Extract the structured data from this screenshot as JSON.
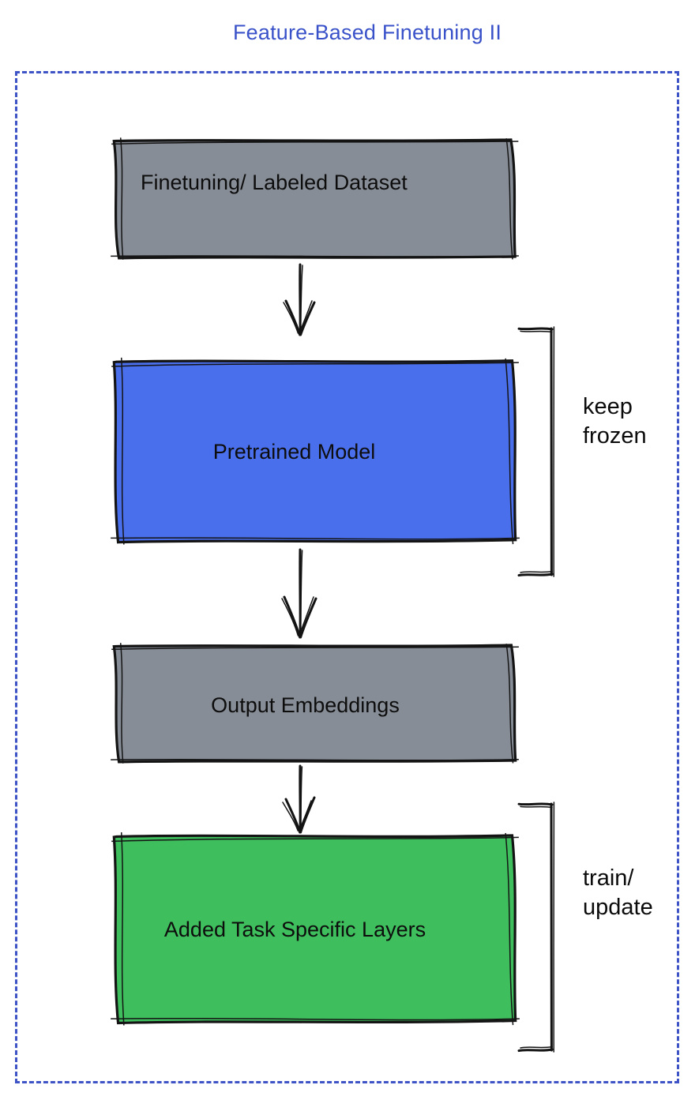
{
  "title": "Feature-Based Finetuning II",
  "colors": {
    "title_blue": "#3A52C9",
    "frame_dashed_blue": "#3E53C6",
    "node_gray": "#878D96",
    "node_blue": "#4A6FEC",
    "node_green": "#3EBE5C",
    "stroke_black": "#141414"
  },
  "nodes": {
    "dataset": {
      "label": "Finetuning/ Labeled Dataset",
      "fill": "#878D96"
    },
    "pretrained": {
      "label": "Pretrained Model",
      "fill": "#4A6FEC"
    },
    "embeddings": {
      "label": "Output Embeddings",
      "fill": "#878D96"
    },
    "task_layers": {
      "label": "Added Task Specific Layers",
      "fill": "#3EBE5C"
    }
  },
  "annotations": {
    "keep_frozen": {
      "line1": "keep",
      "line2": "frozen"
    },
    "train_update": {
      "line1": "train/",
      "line2": "update"
    }
  }
}
